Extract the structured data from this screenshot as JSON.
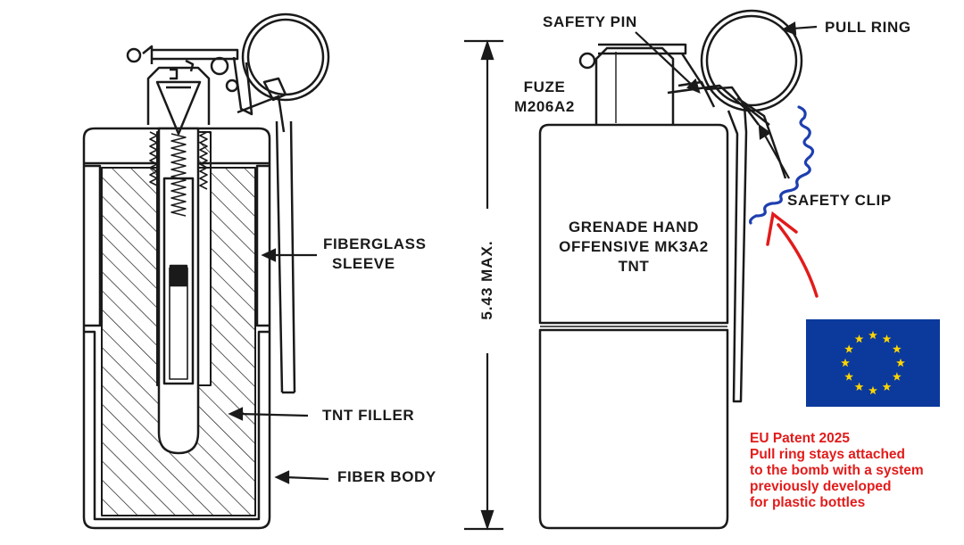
{
  "labels": {
    "fiberglass_sleeve": [
      "FIBERGLASS",
      "SLEEVE"
    ],
    "tnt_filler": "TNT FILLER",
    "fiber_body": "FIBER BODY",
    "safety_pin": "SAFETY PIN",
    "pull_ring": "PULL RING",
    "fuze": [
      "FUZE",
      "M206A2"
    ],
    "safety_clip": "SAFETY CLIP",
    "dimension": "5.43 MAX.",
    "body_text": [
      "GRENADE HAND",
      "OFFENSIVE MK3A2",
      "TNT"
    ]
  },
  "patent_note": [
    "EU Patent 2025",
    "Pull ring stays attached",
    "to the bomb with a system",
    "previously developed",
    "for plastic bottles"
  ],
  "colors": {
    "ink": "#1a1a1a",
    "annotation_red": "#e21b1b",
    "tether_blue": "#1e3fb0",
    "flag_blue": "#0b3a9c",
    "flag_stars": "#ffd400"
  },
  "flag": {
    "name": "EU flag",
    "star_count": 12
  }
}
